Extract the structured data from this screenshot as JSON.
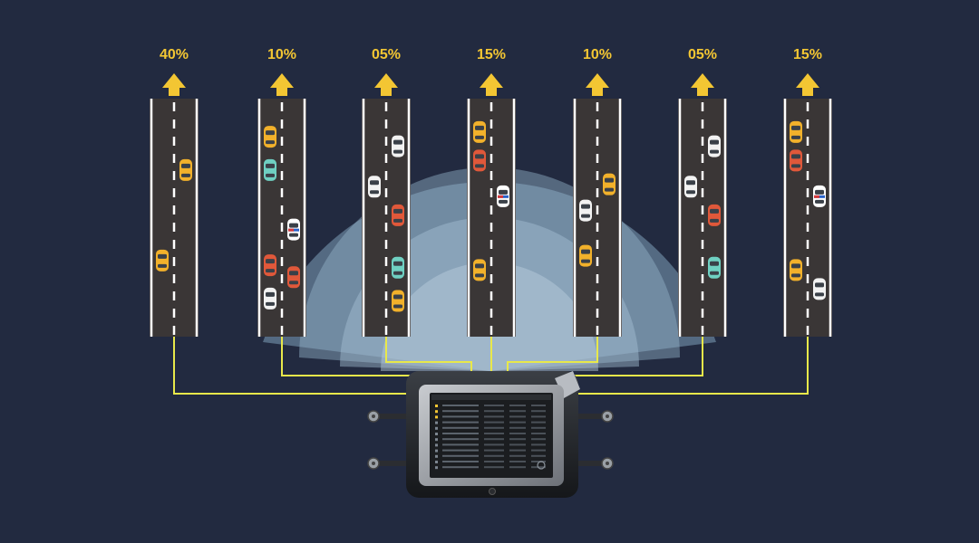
{
  "lanes": [
    {
      "percent_label": "40%",
      "cars": [
        {
          "color": "yellow",
          "col": 1,
          "y": 0.3
        },
        {
          "color": "yellow",
          "col": 0,
          "y": 0.68
        }
      ]
    },
    {
      "percent_label": "10%",
      "cars": [
        {
          "color": "yellow",
          "col": 0,
          "y": 0.16
        },
        {
          "color": "teal",
          "col": 0,
          "y": 0.3
        },
        {
          "color": "police",
          "col": 1,
          "y": 0.55
        },
        {
          "color": "red",
          "col": 0,
          "y": 0.7
        },
        {
          "color": "red",
          "col": 1,
          "y": 0.75
        },
        {
          "color": "white",
          "col": 0,
          "y": 0.84
        }
      ]
    },
    {
      "percent_label": "05%",
      "cars": [
        {
          "color": "white",
          "col": 1,
          "y": 0.2
        },
        {
          "color": "white",
          "col": 0,
          "y": 0.37
        },
        {
          "color": "red",
          "col": 1,
          "y": 0.49
        },
        {
          "color": "teal",
          "col": 1,
          "y": 0.71
        },
        {
          "color": "yellow",
          "col": 1,
          "y": 0.85
        }
      ]
    },
    {
      "percent_label": "15%",
      "cars": [
        {
          "color": "yellow",
          "col": 0,
          "y": 0.14
        },
        {
          "color": "red",
          "col": 0,
          "y": 0.26
        },
        {
          "color": "police",
          "col": 1,
          "y": 0.41
        },
        {
          "color": "yellow",
          "col": 0,
          "y": 0.72
        }
      ]
    },
    {
      "percent_label": "10%",
      "cars": [
        {
          "color": "yellow",
          "col": 1,
          "y": 0.36
        },
        {
          "color": "white",
          "col": 0,
          "y": 0.47
        },
        {
          "color": "yellow",
          "col": 0,
          "y": 0.66
        }
      ]
    },
    {
      "percent_label": "05%",
      "cars": [
        {
          "color": "white",
          "col": 1,
          "y": 0.2
        },
        {
          "color": "white",
          "col": 0,
          "y": 0.37
        },
        {
          "color": "red",
          "col": 1,
          "y": 0.49
        },
        {
          "color": "teal",
          "col": 1,
          "y": 0.71
        }
      ]
    },
    {
      "percent_label": "15%",
      "cars": [
        {
          "color": "yellow",
          "col": 0,
          "y": 0.14
        },
        {
          "color": "red",
          "col": 0,
          "y": 0.26
        },
        {
          "color": "police",
          "col": 1,
          "y": 0.41
        },
        {
          "color": "yellow",
          "col": 0,
          "y": 0.72
        },
        {
          "color": "white",
          "col": 1,
          "y": 0.8
        }
      ]
    }
  ],
  "colors": {
    "background": "#222a40",
    "road": "#3a3636",
    "road_edge": "#ffffff",
    "arrow": "#f3c633",
    "wire": "#e8e84a",
    "coverage": "#8fb4cc",
    "car_yellow": "#f2b12b",
    "car_red": "#e0583a",
    "car_teal": "#6fd0c2",
    "car_white": "#f2f2f2",
    "car_police": "#ffffff"
  },
  "device": {
    "icon": "ruggedized-tablet-device",
    "brand_mark": "power-button-icon"
  }
}
